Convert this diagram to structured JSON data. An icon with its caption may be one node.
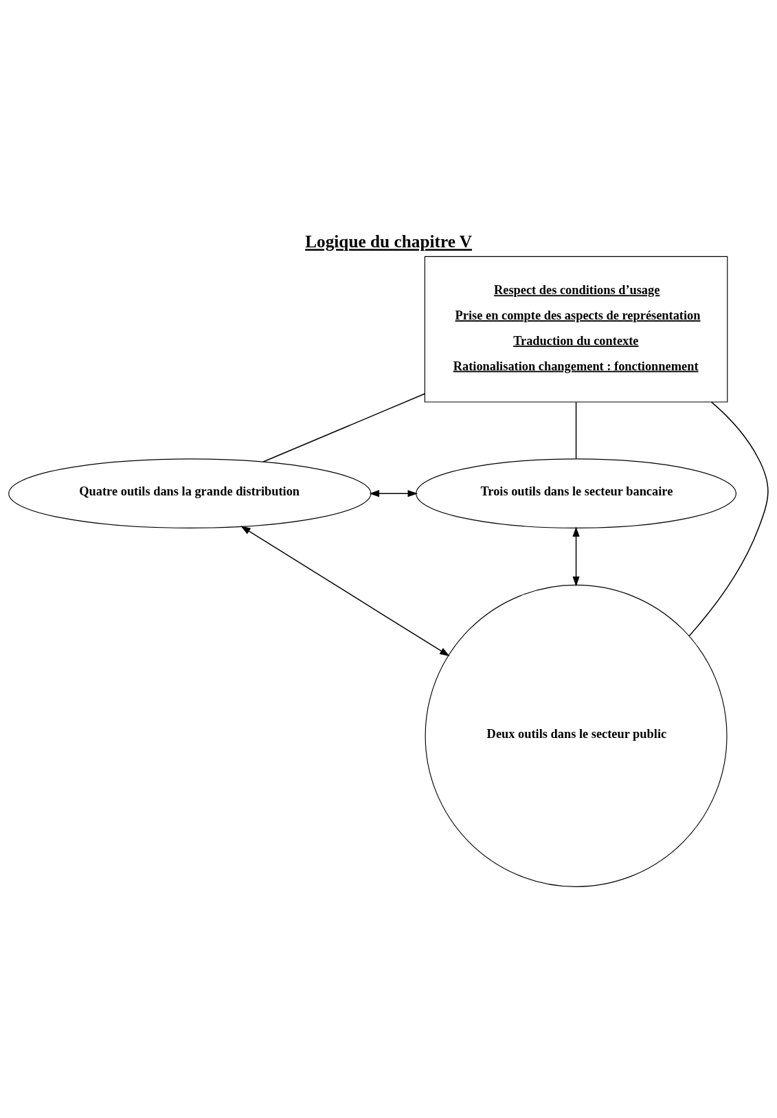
{
  "diagram": {
    "title": "Logique du chapitre V",
    "nodes": [
      {
        "text": [
          "Respect des conditions d’usage",
          "Prise en compte des aspects de représentation",
          "Traduction du contexte",
          "Rationalisation changement : fonctionnement"
        ]
      },
      {
        "text": [
          "Quatre outils dans la grande distribution"
        ]
      },
      {
        "text": [
          "Trois outils dans le secteur bancaire"
        ]
      },
      {
        "text": [
          "Deux outils dans le secteur public"
        ]
      }
    ],
    "edges": [
      {
        "from": 0,
        "to": 1,
        "arrow": "none"
      },
      {
        "from": 0,
        "to": 3,
        "arrow": "none"
      },
      {
        "from": 0,
        "to": 2,
        "arrow": "none"
      },
      {
        "from": 1,
        "to": 2,
        "arrow": "both"
      },
      {
        "from": 1,
        "to": 3,
        "arrow": "both"
      },
      {
        "from": 3,
        "to": 2,
        "arrow": "both"
      }
    ]
  }
}
